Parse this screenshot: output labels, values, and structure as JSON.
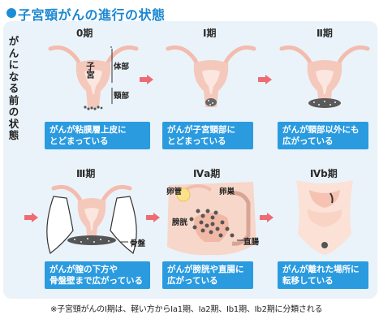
{
  "title": "子宮頸がんの進行の状態",
  "side_label": "がんになる前の状態",
  "stages": [
    {
      "title": "0期",
      "caption": [
        "がんが粘膜層上皮に",
        "とどまっている"
      ]
    },
    {
      "title": "Ⅰ期",
      "caption": [
        "がんが子宮頸部に",
        "とどまっている"
      ]
    },
    {
      "title": "Ⅱ期",
      "caption": [
        "がんが頸部以外にも",
        "広がっている"
      ]
    },
    {
      "title": "Ⅲ期",
      "caption": [
        "がんが膣の下方や",
        "骨盤壁まで広がっている"
      ]
    },
    {
      "title": "Ⅳa期",
      "caption": [
        "がんが膀胱や直腸に",
        "広がっている"
      ]
    },
    {
      "title": "Ⅳb期",
      "caption": [
        "がんが離れた場所に",
        "転移している"
      ]
    }
  ],
  "labels": {
    "uterus": "子宮",
    "body": "体部",
    "cervix": "頸部",
    "pelvis": "骨盤",
    "ovary": "卵管",
    "vagina_top": "卵巣",
    "bladder": "膀胱",
    "rectum": "直腸"
  },
  "footnote": "※子宮頸がんのⅠ期は、軽い方からⅠa1期、Ⅰa2期、Ⅰb1期、Ⅰb2期に分類される",
  "colors": {
    "accent": "#1a87d2",
    "caption_bg": "#2b9be0",
    "arrow": "#ef6b73",
    "organ": "#f5c8bc"
  }
}
